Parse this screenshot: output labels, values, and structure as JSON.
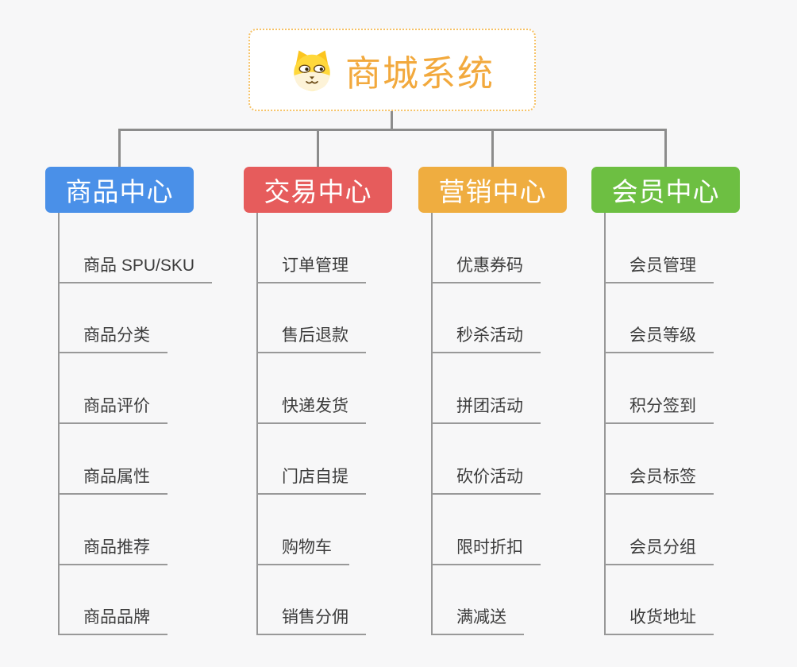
{
  "root": {
    "label": "商城系统",
    "icon": "dog-face-icon",
    "text_color": "#f2a93d",
    "border_color": "#f6c267",
    "background": "#ffffff"
  },
  "canvas_background": "#f7f7f8",
  "connector_color": "#8c8c8c",
  "child_line_color": "#999999",
  "child_text_color": "#3c3c3c",
  "branches": [
    {
      "label": "商品中心",
      "color": "#4a90e8",
      "children": [
        "商品 SPU/SKU",
        "商品分类",
        "商品评价",
        "商品属性",
        "商品推荐",
        "商品品牌"
      ]
    },
    {
      "label": "交易中心",
      "color": "#e65c5c",
      "children": [
        "订单管理",
        "售后退款",
        "快递发货",
        "门店自提",
        "购物车",
        "销售分佣"
      ]
    },
    {
      "label": "营销中心",
      "color": "#efad40",
      "children": [
        "优惠券码",
        "秒杀活动",
        "拼团活动",
        "砍价活动",
        "限时折扣",
        "满减送"
      ]
    },
    {
      "label": "会员中心",
      "color": "#6dbf42",
      "children": [
        "会员管理",
        "会员等级",
        "积分签到",
        "会员标签",
        "会员分组",
        "收货地址"
      ]
    }
  ]
}
